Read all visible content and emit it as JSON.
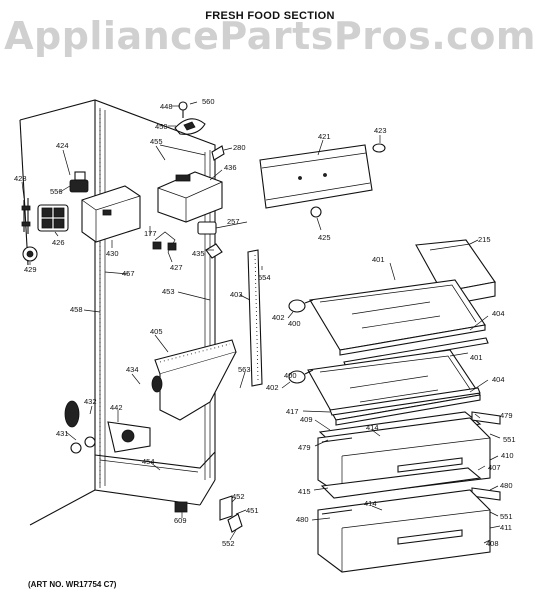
{
  "header": {
    "title": "FRESH FOOD SECTION",
    "watermark": "AppliancePartsPros.com"
  },
  "footer": {
    "art_number": "(ART NO. WR17754 C7)"
  },
  "callouts": [
    {
      "id": "c448",
      "text": "448"
    },
    {
      "id": "c560",
      "text": "560"
    },
    {
      "id": "c450",
      "text": "450"
    },
    {
      "id": "c421",
      "text": "421"
    },
    {
      "id": "c423",
      "text": "423"
    },
    {
      "id": "c424",
      "text": "424"
    },
    {
      "id": "c455",
      "text": "455"
    },
    {
      "id": "c280",
      "text": "280"
    },
    {
      "id": "c436",
      "text": "436"
    },
    {
      "id": "c428",
      "text": "428"
    },
    {
      "id": "c556",
      "text": "556"
    },
    {
      "id": "c426",
      "text": "426"
    },
    {
      "id": "c429",
      "text": "429"
    },
    {
      "id": "c430",
      "text": "430"
    },
    {
      "id": "c177",
      "text": "177"
    },
    {
      "id": "c427",
      "text": "427"
    },
    {
      "id": "c257",
      "text": "257"
    },
    {
      "id": "c435",
      "text": "435"
    },
    {
      "id": "c425",
      "text": "425"
    },
    {
      "id": "c215",
      "text": "215"
    },
    {
      "id": "c401a",
      "text": "401"
    },
    {
      "id": "c457",
      "text": "457"
    },
    {
      "id": "c554",
      "text": "554"
    },
    {
      "id": "c453",
      "text": "453"
    },
    {
      "id": "c403",
      "text": "403"
    },
    {
      "id": "c458",
      "text": "458"
    },
    {
      "id": "c402a",
      "text": "402"
    },
    {
      "id": "c400a",
      "text": "400"
    },
    {
      "id": "c404a",
      "text": "404"
    },
    {
      "id": "c405",
      "text": "405"
    },
    {
      "id": "c401b",
      "text": "401"
    },
    {
      "id": "c434",
      "text": "434"
    },
    {
      "id": "c563",
      "text": "563"
    },
    {
      "id": "c402b",
      "text": "402"
    },
    {
      "id": "c400b",
      "text": "400"
    },
    {
      "id": "c404b",
      "text": "404"
    },
    {
      "id": "c417",
      "text": "417"
    },
    {
      "id": "c432",
      "text": "432"
    },
    {
      "id": "c442",
      "text": "442"
    },
    {
      "id": "c409",
      "text": "409"
    },
    {
      "id": "c479a",
      "text": "479"
    },
    {
      "id": "c414a",
      "text": "414"
    },
    {
      "id": "c431",
      "text": "431"
    },
    {
      "id": "c551a",
      "text": "551"
    },
    {
      "id": "c479b",
      "text": "479"
    },
    {
      "id": "c410",
      "text": "410"
    },
    {
      "id": "c454",
      "text": "454"
    },
    {
      "id": "c407",
      "text": "407"
    },
    {
      "id": "c480a",
      "text": "480"
    },
    {
      "id": "c415",
      "text": "415"
    },
    {
      "id": "c452",
      "text": "452"
    },
    {
      "id": "c414b",
      "text": "414"
    },
    {
      "id": "c609",
      "text": "609"
    },
    {
      "id": "c451",
      "text": "451"
    },
    {
      "id": "c551b",
      "text": "551"
    },
    {
      "id": "c480b",
      "text": "480"
    },
    {
      "id": "c411",
      "text": "411"
    },
    {
      "id": "c552",
      "text": "552"
    },
    {
      "id": "c408",
      "text": "408"
    }
  ]
}
